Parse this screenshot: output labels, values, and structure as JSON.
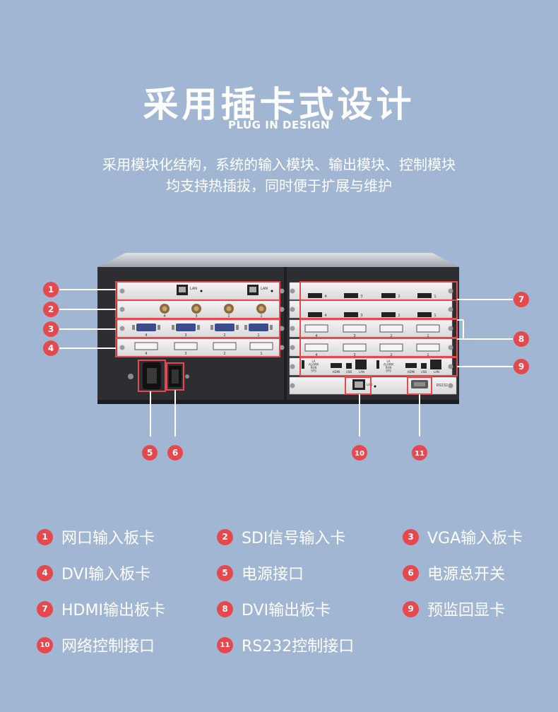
{
  "header": {
    "title": "采用插卡式设计",
    "subtitle": "PLUG IN DESIGN",
    "desc_line1": "采用模块化结构，系统的输入模块、输出模块、控制模块",
    "desc_line2": "均支持热插拔，同时便于扩展与维护"
  },
  "colors": {
    "background": "#a0b6d3",
    "accent": "#e5484d",
    "chassis": "#2d2e31"
  },
  "device": {
    "lan_label": "LAN",
    "rs232_label": "RS232",
    "hdmi_label": "HDMI",
    "usb_label": "USB",
    "status_labels": [
      "LA",
      "ALARM",
      "RUN",
      "SYS"
    ],
    "port_numbers": [
      "4",
      "3",
      "2",
      "1"
    ]
  },
  "callouts": [
    "1",
    "2",
    "3",
    "4",
    "5",
    "6",
    "7",
    "8",
    "9",
    "10",
    "11"
  ],
  "legend": [
    {
      "num": "1",
      "label": "网口输入板卡"
    },
    {
      "num": "2",
      "label": "SDI信号输入卡"
    },
    {
      "num": "3",
      "label": "VGA输入板卡"
    },
    {
      "num": "4",
      "label": "DVI输入板卡"
    },
    {
      "num": "5",
      "label": "电源接口"
    },
    {
      "num": "6",
      "label": "电源总开关"
    },
    {
      "num": "7",
      "label": "HDMI输出板卡"
    },
    {
      "num": "8",
      "label": "DVI输出板卡"
    },
    {
      "num": "9",
      "label": "预监回显卡"
    },
    {
      "num": "10",
      "label": "网络控制接口"
    },
    {
      "num": "11",
      "label": "RS232控制接口"
    }
  ]
}
